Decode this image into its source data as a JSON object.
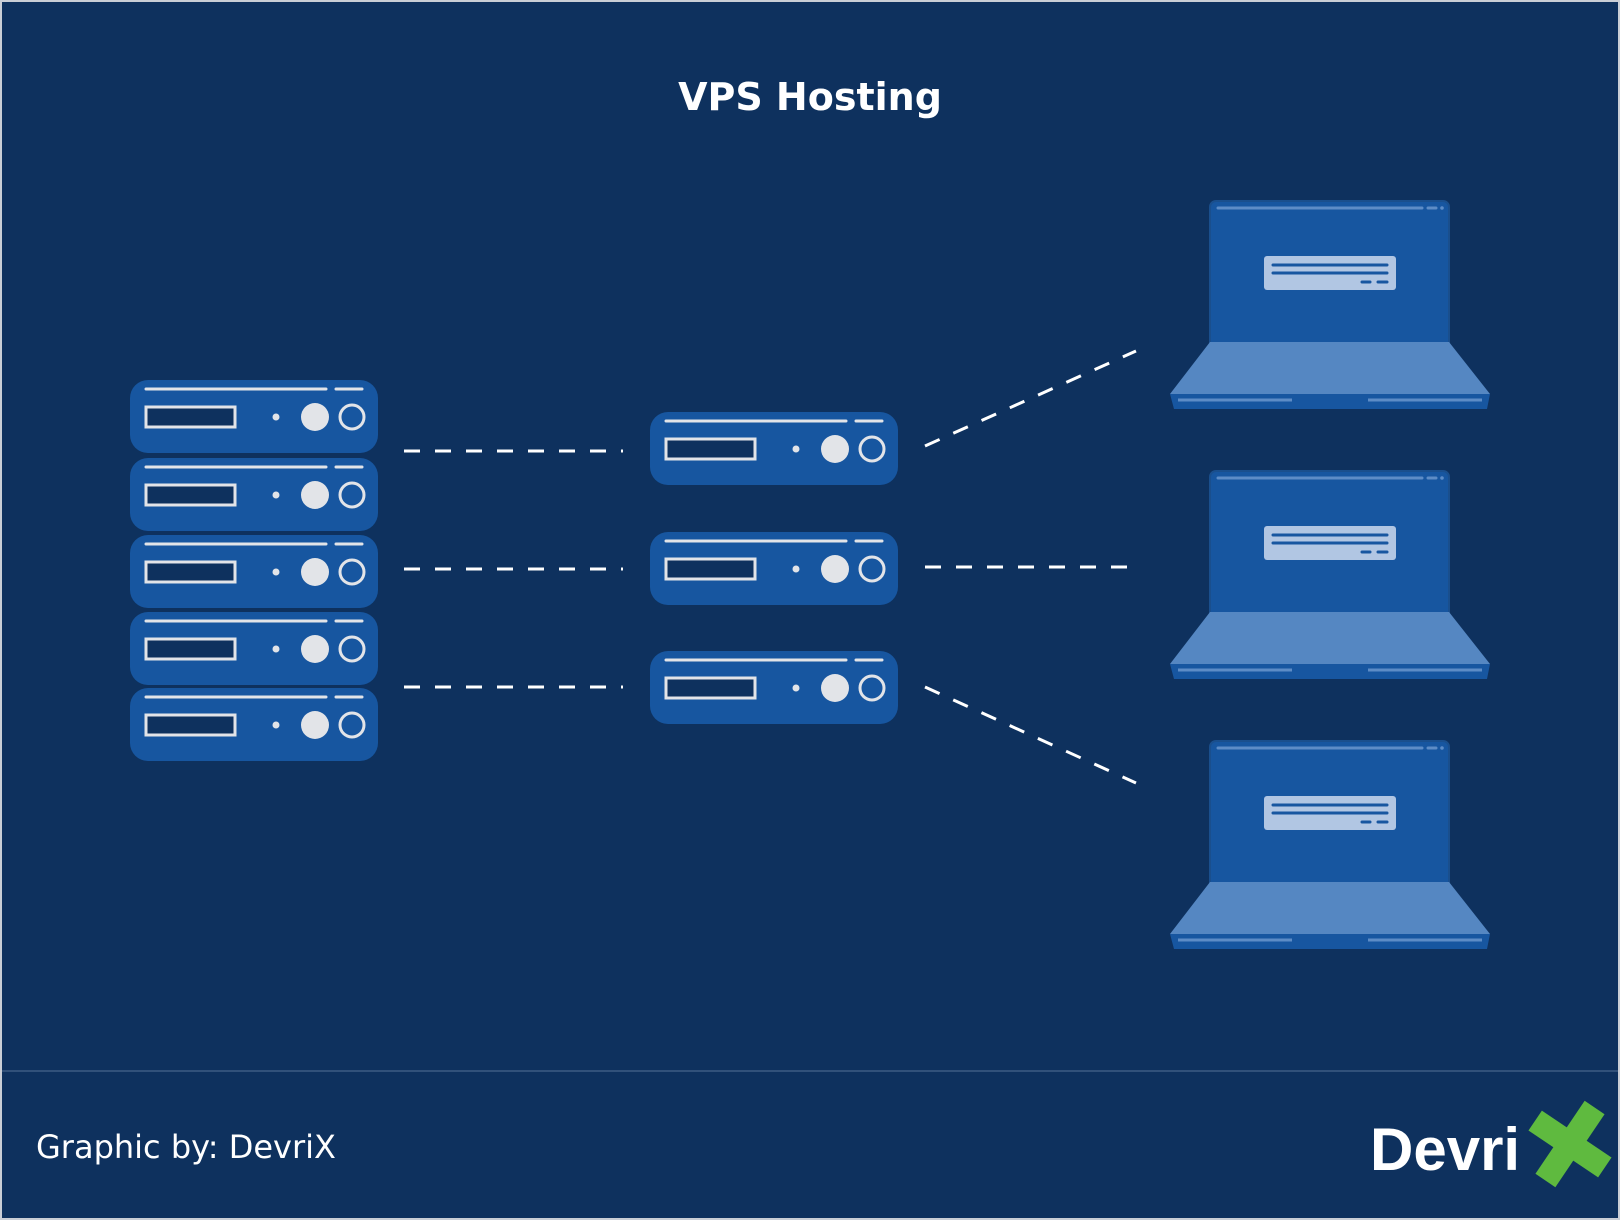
{
  "title": "VPS Hosting",
  "footer": {
    "credit": "Graphic by: DevriX",
    "logo_text": "Devri",
    "logo_mark": "X"
  },
  "colors": {
    "background": "#0e315e",
    "server": "#1756a0",
    "laptop_screen": "#1756a0",
    "laptop_base": "#5587c2",
    "accent": "#5fba3f",
    "light": "#e2e4e8"
  },
  "icons": {
    "physical_servers": "server-rack-icon",
    "virtual_servers": "server-icon",
    "clients": "laptop-icon"
  },
  "counts": {
    "rack_servers": 5,
    "virtual_servers": 3,
    "laptops": 3
  }
}
